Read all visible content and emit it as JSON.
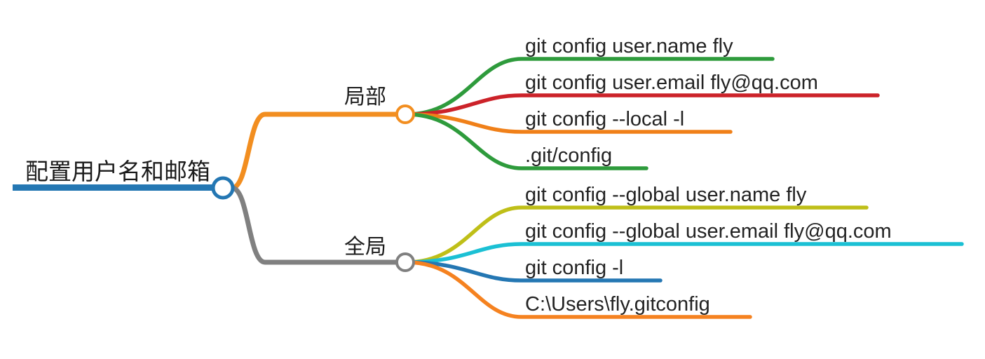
{
  "diagram": {
    "type": "mind-map",
    "title": "配置用户名和邮箱",
    "root": {
      "label": "配置用户名和邮箱",
      "bar_color": "#2477B3",
      "node_color": "#2477B3",
      "node_fill": "#ffffff"
    },
    "branches": [
      {
        "label": "局部",
        "node_color": "#F28E20",
        "node_fill": "#ffffff",
        "link_color": "#F28E20",
        "children": [
          {
            "label": "git config user.name fly",
            "color": "#2E9B3C"
          },
          {
            "label": "git config user.email fly@qq.com",
            "color": "#CC2229"
          },
          {
            "label": "git config --local -l",
            "color": "#F08019"
          },
          {
            "label": ".git/config",
            "color": "#2E9B3C"
          }
        ]
      },
      {
        "label": "全局",
        "node_color": "#808080",
        "node_fill": "#ffffff",
        "link_color": "#808080",
        "children": [
          {
            "label": "git config --global user.name fly",
            "color": "#BFBF18"
          },
          {
            "label": "git config --global user.email fly@qq.com",
            "color": "#1BC0D4"
          },
          {
            "label": "git config -l",
            "color": "#2477B3"
          },
          {
            "label": "C:\\Users\\fly.gitconfig",
            "color": "#F58220"
          }
        ]
      }
    ]
  }
}
